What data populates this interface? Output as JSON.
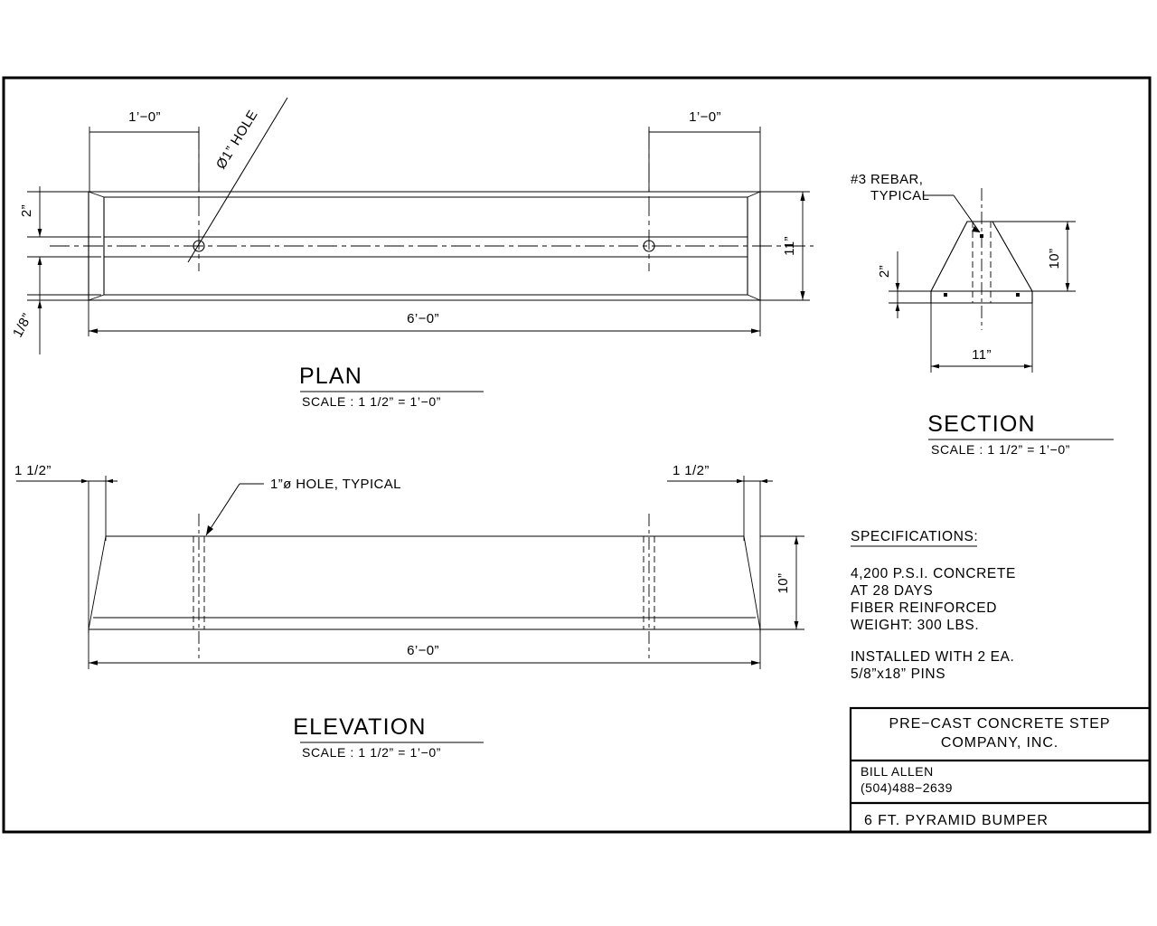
{
  "sheet": {
    "title": "6 FT. PYRAMID BUMPER"
  },
  "views": {
    "plan": {
      "label": "PLAN",
      "scale": "SCALE :  1 1/2”  =  1’−0”",
      "dims": {
        "end_left": "1’−0”",
        "end_right": "1’−0”",
        "length": "6’−0”",
        "width": "11”",
        "top_offset": "2”",
        "chamfer": "1/8”"
      },
      "callout_hole": "Ø1” HOLE"
    },
    "elevation": {
      "label": "ELEVATION",
      "scale": "SCALE :  1 1/2”  =  1’−0”",
      "dims": {
        "left_inset": "1  1/2”",
        "right_inset": "1  1/2”",
        "length": "6’−0”",
        "height": "10”"
      },
      "callout_hole": "1”ø  HOLE, TYPICAL"
    },
    "section": {
      "label": "SECTION",
      "scale": "SCALE :  1 1/2”  =  1’−0”",
      "dims": {
        "height": "10”",
        "base_thickness": "2”",
        "width": "11”"
      },
      "callout_rebar_line1": "#3  REBAR,",
      "callout_rebar_line2": "TYPICAL"
    }
  },
  "specifications": {
    "heading": "SPECIFICATIONS:",
    "lines": [
      "4,200  P.S.I.  CONCRETE",
      "AT  28  DAYS",
      "FIBER  REINFORCED",
      "WEIGHT:    300  LBS."
    ],
    "install_lines": [
      "INSTALLED  WITH  2  EA.",
      "5/8”x18”  PINS"
    ]
  },
  "title_block": {
    "company_line1": "PRE−CAST  CONCRETE  STEP",
    "company_line2": "COMPANY,  INC.",
    "contact_name": "BILL  ALLEN",
    "contact_phone": "(504)488−2639",
    "drawing_title": "6  FT.  PYRAMID  BUMPER"
  },
  "colors": {
    "ink": "#000000",
    "paper": "#ffffff"
  }
}
